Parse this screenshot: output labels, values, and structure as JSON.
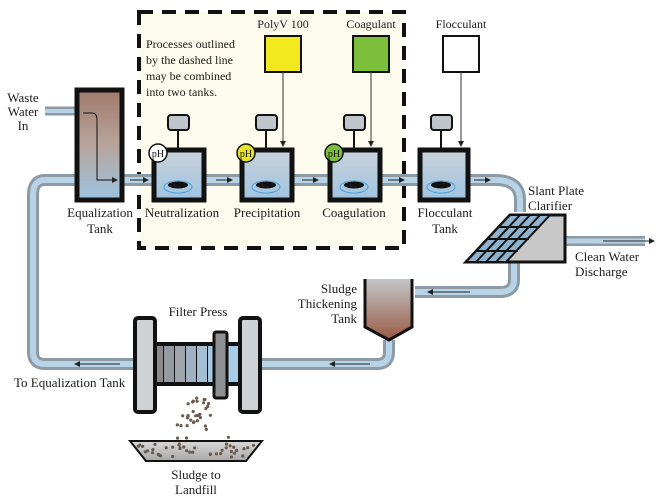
{
  "title": "Wastewater Treatment Process Diagram",
  "note": [
    "Processes outlined",
    "by the dashed line",
    "may be combined",
    "into two tanks."
  ],
  "inputs": {
    "waste_water": [
      "Waste",
      "Water",
      "In"
    ]
  },
  "chemicals": [
    {
      "label": "PolyV 100",
      "color": "#f2ea1e"
    },
    {
      "label": "Coagulant",
      "color": "#7bbf3a"
    },
    {
      "label": "Flocculant",
      "color": "#ffffff"
    }
  ],
  "tanks": {
    "equalization": [
      "Equalization",
      "Tank"
    ],
    "neutralization": "Neutralization",
    "precipitation": "Precipitation",
    "coagulation": "Coagulation",
    "flocculant": [
      "Flocculant",
      "Tank"
    ]
  },
  "ph_sensors": [
    {
      "label": "pH",
      "color": "#ffffff"
    },
    {
      "label": "pH",
      "color": "#e8e326"
    },
    {
      "label": "pH",
      "color": "#7bbf3a"
    }
  ],
  "clarifier": [
    "Slant Plate",
    "Clarifier"
  ],
  "discharge": [
    "Clean Water",
    "Discharge"
  ],
  "sludge_tank": [
    "Sludge",
    "Thickening",
    "Tank"
  ],
  "filter_press": "Filter Press",
  "return_line": "To Equalization Tank",
  "landfill": [
    "Sludge to",
    "Landfill"
  ],
  "colors": {
    "pipe_outer": "#8c9aa6",
    "pipe_inner": "#b9d3e6",
    "dashed_area": "#fdfbee",
    "tank_water": "#aac8df"
  }
}
